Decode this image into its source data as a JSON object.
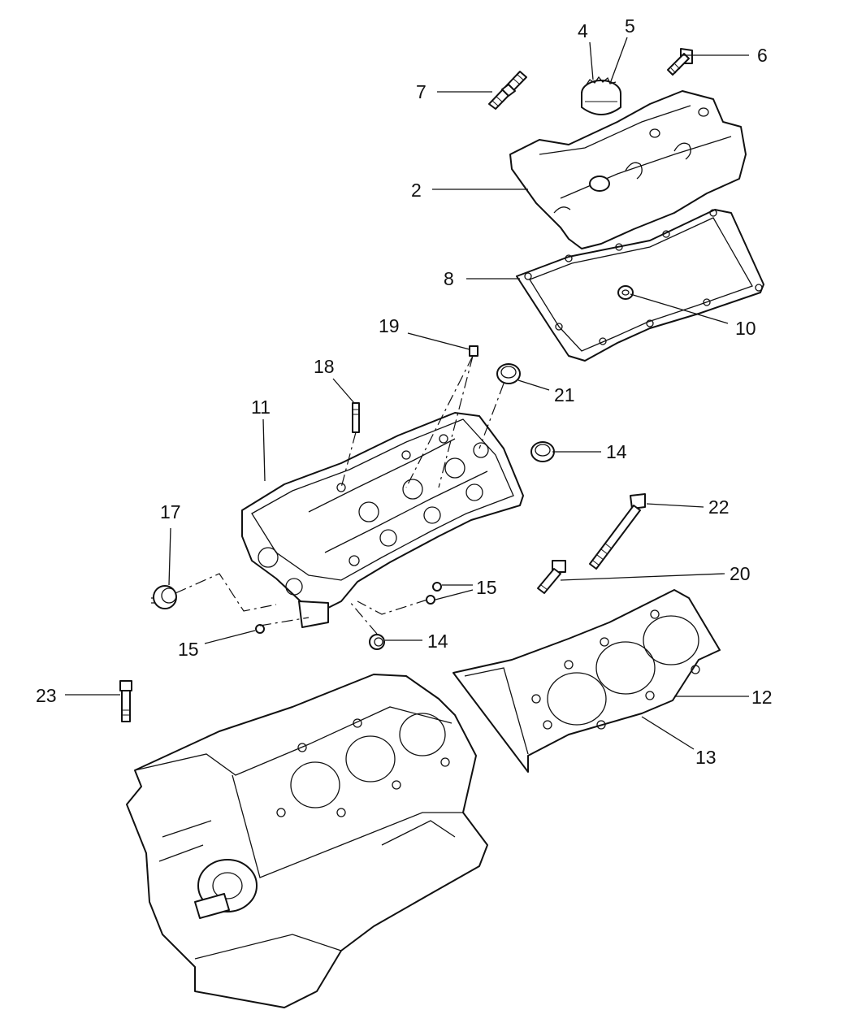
{
  "callouts": [
    {
      "id": "c2",
      "label": "2"
    },
    {
      "id": "c4",
      "label": "4"
    },
    {
      "id": "c5",
      "label": "5"
    },
    {
      "id": "c6",
      "label": "6"
    },
    {
      "id": "c7",
      "label": "7"
    },
    {
      "id": "c8",
      "label": "8"
    },
    {
      "id": "c10",
      "label": "10"
    },
    {
      "id": "c11",
      "label": "11"
    },
    {
      "id": "c12",
      "label": "12"
    },
    {
      "id": "c13",
      "label": "13"
    },
    {
      "id": "c14a",
      "label": "14"
    },
    {
      "id": "c14b",
      "label": "14"
    },
    {
      "id": "c15a",
      "label": "15"
    },
    {
      "id": "c15b",
      "label": "15"
    },
    {
      "id": "c17",
      "label": "17"
    },
    {
      "id": "c18",
      "label": "18"
    },
    {
      "id": "c19",
      "label": "19"
    },
    {
      "id": "c20",
      "label": "20"
    },
    {
      "id": "c21",
      "label": "21"
    },
    {
      "id": "c22",
      "label": "22"
    },
    {
      "id": "c23",
      "label": "23"
    }
  ]
}
